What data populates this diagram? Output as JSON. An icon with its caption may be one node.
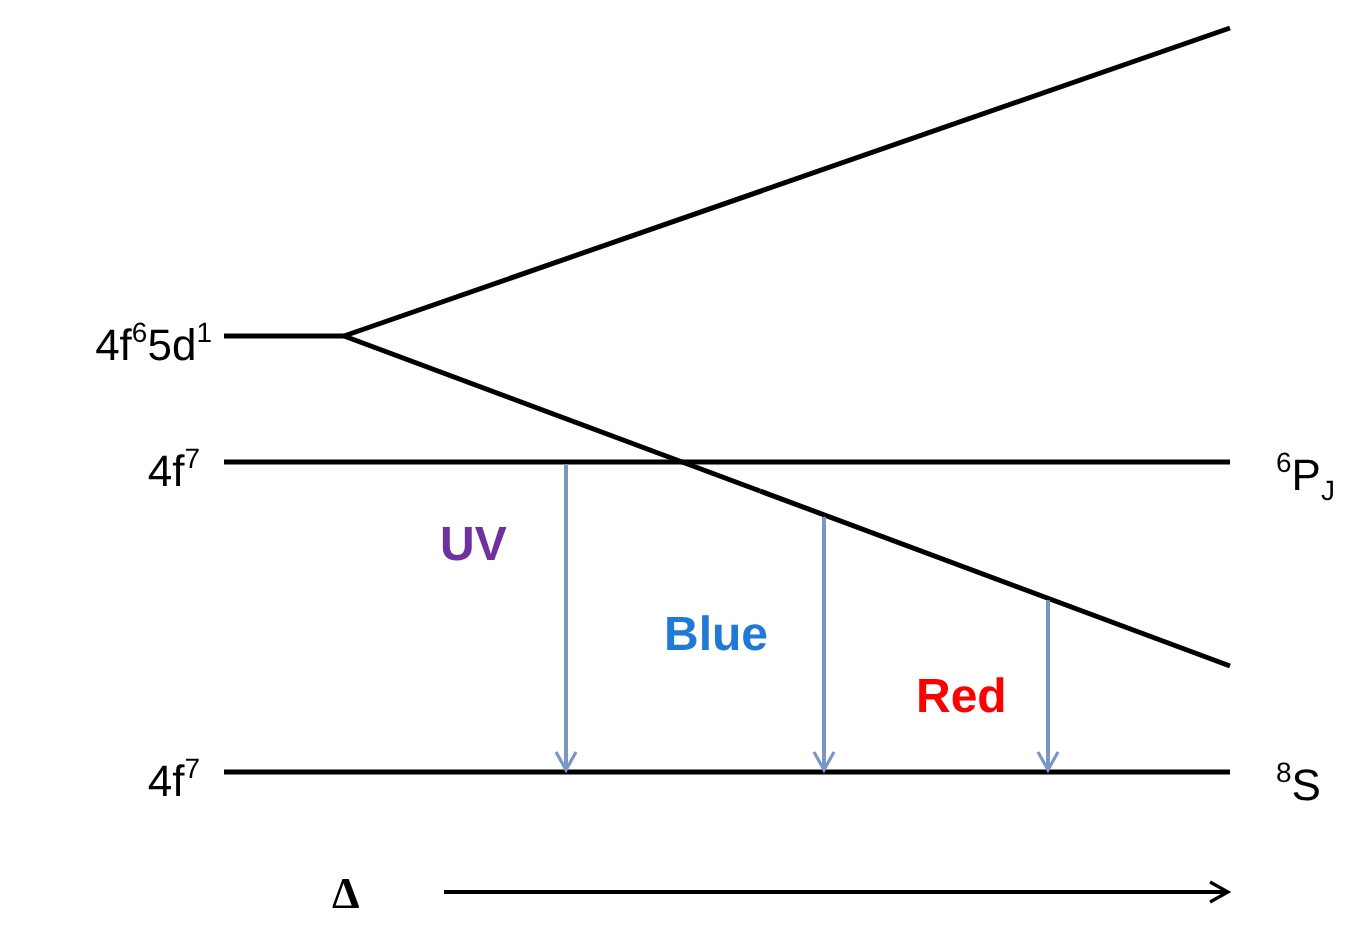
{
  "diagram": {
    "nodes": [
      {
        "text": [],
        "shape": "line"
      },
      {
        "text": [],
        "shape": "line",
        "beside": [
          "4f$^{7}$",
          "$^{6}$P$_{J}$"
        ]
      },
      {
        "text": [],
        "shape": "line",
        "beside": [
          "4f$^{7}$",
          "$^{8}$S"
        ]
      }
    ],
    "edges": [
      {
        "from": 1,
        "to": 2,
        "arrow": "to",
        "label": "UV"
      },
      {
        "from": 0,
        "to": 2,
        "arrow": "to",
        "label": "Blue"
      },
      {
        "from": 0,
        "to": 2,
        "arrow": "to",
        "label": "Red"
      }
    ],
    "labels": [
      "4f$^{6}$5d$^{1}$",
      "Δ"
    ]
  }
}
